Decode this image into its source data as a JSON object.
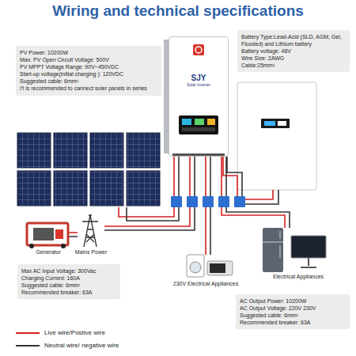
{
  "diagram": {
    "title": "Wiring and technical specifications",
    "nodes": [
      {
        "text": [
          "PV Power: 10200W",
          "Max. PV Open Circuit Voltage: 500V",
          "PV MPPT Voltage Range: 90V~450VDC",
          "Start-up voltage(initial charging ): 120VDC",
          "Suggested cable: 6mm²",
          "I't is recommended to cannect soler panels in series"
        ]
      },
      {
        "text": [
          "SJY",
          "Solar Inverter"
        ]
      },
      {
        "text": [
          "Battery Type:Lead-Acid (SLD, AGM, Gel, Flooded) and Lithium battery",
          "Battery voltage: 48V",
          "Wire Size: 2AWG",
          "Cable:25mm²"
        ]
      },
      {
        "text": [
          "Max AC Input Voltage: 300Vac",
          "Charging Current: 160A",
          "Suggested cable: 6mm²",
          "Recommended breaker: 63A"
        ]
      },
      {
        "text": [
          "AC Output Power: 10200W",
          "AC Output Voltage: 220V 230V",
          "Suggested cable: 6mm²",
          "Recommended breaker: 63A"
        ]
      }
    ],
    "labels": [
      "Generator",
      "Mains Power",
      "230V Electrical Appliances",
      "Electrical Appliances"
    ],
    "legend": [
      {
        "text": "Live wire/Postive wire"
      },
      {
        "text": "Neutral wire/ negative wire"
      }
    ]
  }
}
